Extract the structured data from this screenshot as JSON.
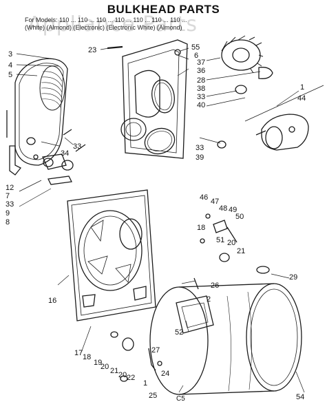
{
  "diagram": {
    "title": "BULKHEAD PARTS",
    "model_line_1": "For Models: 110 ... 110 ... 110 ... 110 ... 110 ... 110 ... 110 ...",
    "model_line_2": "(White)     (Almond)     (Electronic)     (Electronic White)     (Almond)",
    "watermark": "Appliance Parts",
    "footer_code": "C5",
    "stroke_color": "#1a1a1a",
    "callouts": [
      "1",
      "2",
      "3",
      "4",
      "5",
      "6",
      "7",
      "8",
      "9",
      "12",
      "16",
      "17",
      "18",
      "19",
      "20",
      "21",
      "22",
      "23",
      "24",
      "25",
      "26",
      "27",
      "28",
      "29",
      "33",
      "34",
      "36",
      "37",
      "38",
      "39",
      "40",
      "44",
      "46",
      "47",
      "48",
      "49",
      "50",
      "51",
      "52",
      "54",
      "55"
    ]
  }
}
